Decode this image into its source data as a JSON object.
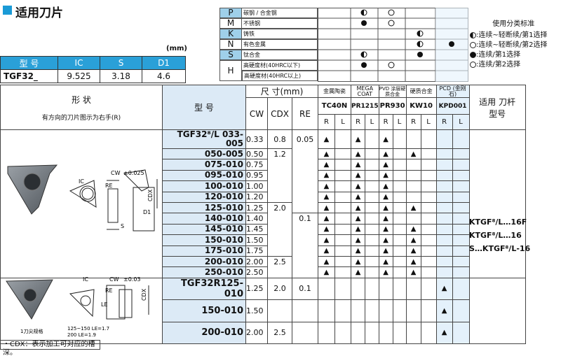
{
  "title": "适用刀片",
  "unit": "(mm)",
  "dims": {
    "headers": [
      "型 号",
      "IC",
      "S",
      "D1"
    ],
    "row": [
      "TGF32_",
      "9.525",
      "3.18",
      "4.6"
    ]
  },
  "materials": [
    {
      "letter": "P",
      "name": "碳钢 / 合金钢"
    },
    {
      "letter": "M",
      "name": "不锈钢"
    },
    {
      "letter": "K",
      "name": "铸铁"
    },
    {
      "letter": "N",
      "name": "有色金属"
    },
    {
      "letter": "S",
      "name": "钛合金"
    },
    {
      "letter": "H",
      "name": "高硬度材(40HRC以下)"
    },
    {
      "letter": "",
      "name": "高硬度材(40HRC以上)"
    }
  ],
  "legend": {
    "title": "使用分类标准",
    "items": [
      ":连续~轻断续/第1选择",
      ":连续~轻断续/第2选择",
      ":连续/第1选择",
      ":连续/第2选择"
    ]
  },
  "headers": {
    "shape": "形  状",
    "shape_note": "有方向的刀片图示为右手(R)",
    "model": "型  号",
    "size": "尺  寸(mm)",
    "cw": "CW",
    "cdx": "CDX",
    "re": "RE",
    "grades": [
      {
        "cat": "金属陶瓷",
        "code": "TC40N"
      },
      {
        "cat": "MEGA COAT",
        "code": "PR1215"
      },
      {
        "cat": "PVD 涂层硬质合金",
        "code": "PR930"
      },
      {
        "cat": "硬质合金",
        "code": "KW10"
      },
      {
        "cat": "PCD (金刚石)",
        "code": "KPD001"
      }
    ],
    "holder": "适用 刀杆型号",
    "r": "R",
    "l": "L"
  },
  "prefix1": "TGF32",
  "rows1": [
    {
      "code": "033-005",
      "cw": "0.33",
      "cdx": "0.8",
      "re": "0.05"
    },
    {
      "code": "050-005",
      "cw": "0.50",
      "cdx": "1.2",
      "re": ""
    },
    {
      "code": "075-010",
      "cw": "0.75",
      "cdx": "",
      "re": ""
    },
    {
      "code": "095-010",
      "cw": "0.95",
      "cdx": "",
      "re": ""
    },
    {
      "code": "100-010",
      "cw": "1.00",
      "cdx": "",
      "re": ""
    },
    {
      "code": "120-010",
      "cw": "1.20",
      "cdx": "",
      "re": ""
    },
    {
      "code": "125-010",
      "cw": "1.25",
      "cdx": "2.0",
      "re": ""
    },
    {
      "code": "140-010",
      "cw": "1.40",
      "cdx": "",
      "re": "0.1"
    },
    {
      "code": "145-010",
      "cw": "1.45",
      "cdx": "",
      "re": ""
    },
    {
      "code": "150-010",
      "cw": "1.50",
      "cdx": "",
      "re": ""
    },
    {
      "code": "175-010",
      "cw": "1.75",
      "cdx": "",
      "re": ""
    },
    {
      "code": "200-010",
      "cw": "2.00",
      "cdx": "2.5",
      "re": ""
    },
    {
      "code": "250-010",
      "cw": "2.50",
      "cdx": "",
      "re": ""
    }
  ],
  "rows2": [
    {
      "code": "TGF32R125-010",
      "cw": "1.25",
      "cdx": "2.0",
      "re": "0.1"
    },
    {
      "code": "150-010",
      "cw": "1.50",
      "cdx": "",
      "re": ""
    },
    {
      "code": "200-010",
      "cw": "2.00",
      "cdx": "2.5",
      "re": ""
    }
  ],
  "holders": [
    "KTGF⁸/L…16F",
    "KTGF⁸/L…16",
    "S…KTGF⁸/L-16"
  ],
  "drawing": {
    "ic": "IC",
    "cw": "CW",
    "cw_tol1": "±0.025",
    "cw_tol2": "±0.03",
    "re": "RE",
    "s": "S",
    "d1": "D1",
    "cdx": "CDX",
    "le": "LE",
    "le_note1": "125~150 LE=1.7",
    "le_note2": "200  LE=1.9",
    "tip_note": "1刀尖规格"
  },
  "footer": "・CDX：表示加工可对应的槽深。"
}
